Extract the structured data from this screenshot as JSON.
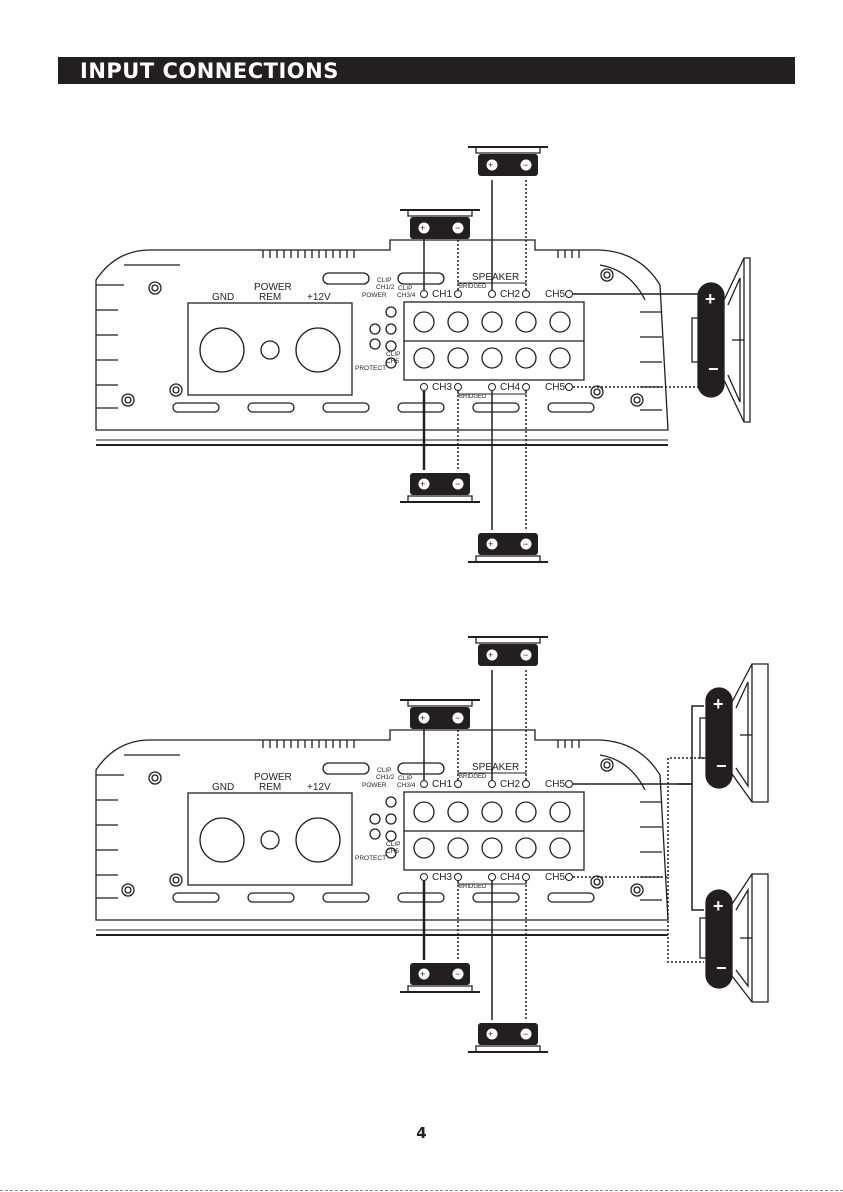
{
  "header": {
    "title": "INPUT CONNECTIONS"
  },
  "amplifier": {
    "gnd": "GND",
    "power": "POWER",
    "rem": "REM",
    "v12": "+12V",
    "speaker": "SPEAKER",
    "bridged": "BRIDGED",
    "clip": "CLIP",
    "ch12": "CH1/2",
    "ch34": "CH3/4",
    "ch5_small": "CH5",
    "power_led": "POWER",
    "protect_led": "PROTECT",
    "ch1": "CH1",
    "ch2": "CH2",
    "ch3": "CH3",
    "ch4": "CH4",
    "ch5": "CH5"
  },
  "page": {
    "number": "4"
  },
  "colors": {
    "ink": "#231f20",
    "speaker_terminal": "#231f20"
  }
}
